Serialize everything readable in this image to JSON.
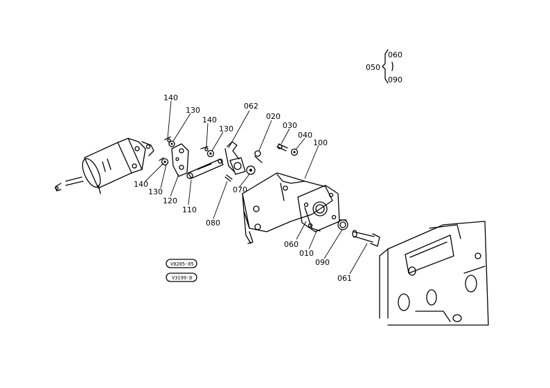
{
  "labels": {
    "p050": "050",
    "p060a": "060",
    "p090a": "090",
    "p140a": "140",
    "p130a": "130",
    "p062": "062",
    "p020": "020",
    "p140b": "140",
    "p130b": "130",
    "p030": "030",
    "p040": "040",
    "p100": "100",
    "p140c": "140",
    "p130c": "130",
    "p120": "120",
    "p110": "110",
    "p070": "070",
    "p080": "080",
    "p060b": "060",
    "p010": "010",
    "p090b": "090",
    "p061": "061"
  },
  "tags": {
    "upper": "V0205-05",
    "lower": "V3199-D"
  }
}
